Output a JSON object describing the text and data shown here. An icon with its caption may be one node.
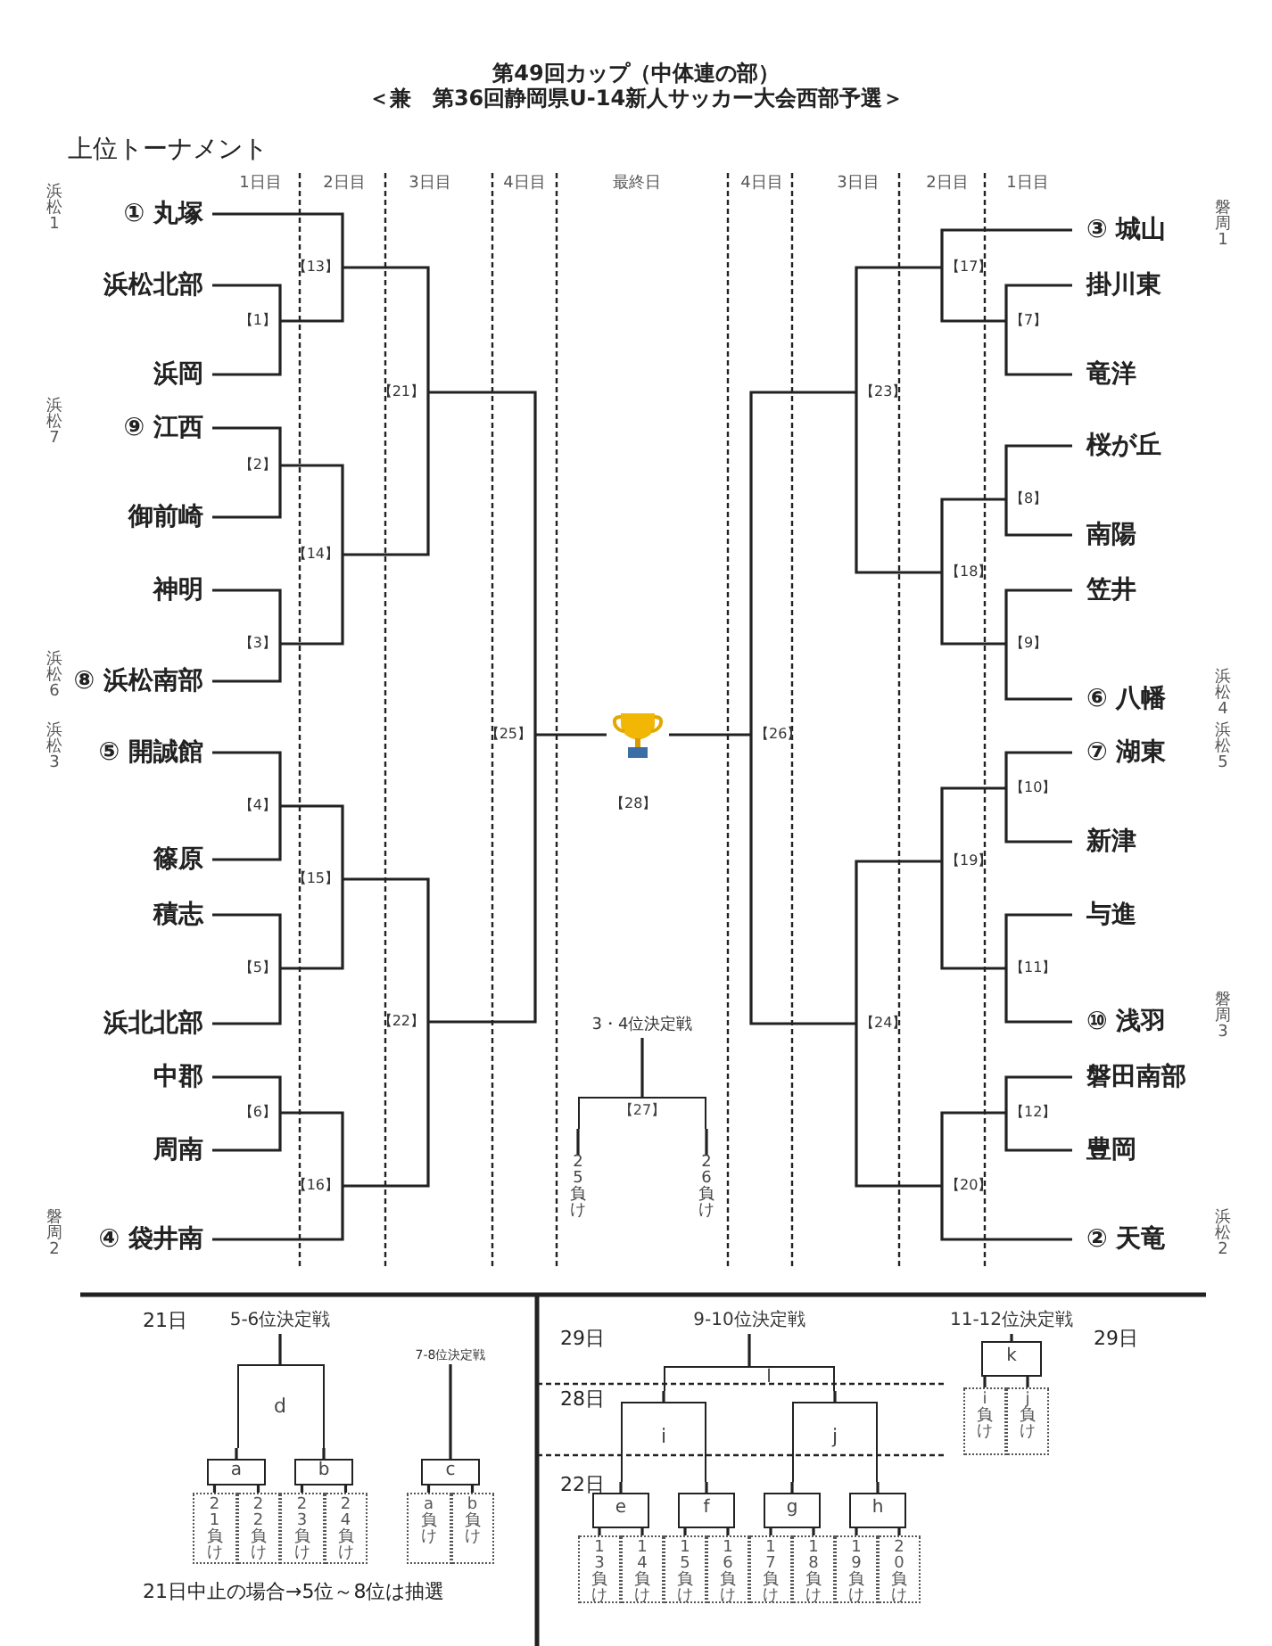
{
  "diagram": {
    "title": "第49回カップ（中体連の部）",
    "nodes": [
      {
        "text": [
          "① 丸塚"
        ],
        "beside": [
          "浜松1"
        ]
      },
      {
        "text": [
          "浜松北部"
        ]
      },
      {
        "text": [
          "浜岡"
        ]
      },
      {
        "text": [
          "⑨ 江西"
        ],
        "beside": [
          "浜松7"
        ]
      },
      {
        "text": [
          "御前崎"
        ]
      },
      {
        "text": [
          "神明"
        ]
      },
      {
        "text": [
          "⑧ 浜松南部"
        ],
        "beside": [
          "浜松6"
        ]
      },
      {
        "text": [
          "⑤ 開誠館"
        ],
        "beside": [
          "浜松3"
        ]
      },
      {
        "text": [
          "篠原"
        ]
      },
      {
        "text": [
          "積志"
        ]
      },
      {
        "text": [
          "浜北北部"
        ]
      },
      {
        "text": [
          "中郡"
        ]
      },
      {
        "text": [
          "周南"
        ]
      },
      {
        "text": [
          "④ 袋井南"
        ],
        "beside": [
          "磐周2"
        ]
      },
      {
        "text": [
          "③ 城山"
        ],
        "beside": [
          "磐周1"
        ]
      },
      {
        "text": [
          "掛川東"
        ]
      },
      {
        "text": [
          "竜洋"
        ]
      },
      {
        "text": [
          "桜が丘"
        ]
      },
      {
        "text": [
          "南陽"
        ]
      },
      {
        "text": [
          "笠井"
        ]
      },
      {
        "text": [
          "⑥ 八幡"
        ],
        "beside": [
          "浜松4"
        ]
      },
      {
        "text": [
          "⑦ 湖東"
        ],
        "beside": [
          "浜松5"
        ]
      },
      {
        "text": [
          "新津"
        ]
      },
      {
        "text": [
          "与進"
        ]
      },
      {
        "text": [
          "⑩ 浅羽"
        ],
        "beside": [
          "磐周3"
        ]
      },
      {
        "text": [
          "磐田南部"
        ]
      },
      {
        "text": [
          "豊岡"
        ]
      },
      {
        "text": [
          "② 天竜"
        ],
        "beside": [
          "浜松2"
        ]
      },
      {
        "text": [
          "【1】"
        ]
      },
      {
        "text": [
          "【2】"
        ]
      },
      {
        "text": [
          "【3】"
        ]
      },
      {
        "text": [
          "【4】"
        ]
      },
      {
        "text": [
          "【5】"
        ]
      },
      {
        "text": [
          "【6】"
        ]
      },
      {
        "text": [
          "【7】"
        ]
      },
      {
        "text": [
          "【8】"
        ]
      },
      {
        "text": [
          "【9】"
        ]
      },
      {
        "text": [
          "【10】"
        ]
      },
      {
        "text": [
          "【11】"
        ]
      },
      {
        "text": [
          "【12】"
        ]
      },
      {
        "text": [
          "【13】"
        ]
      },
      {
        "text": [
          "【14】"
        ]
      },
      {
        "text": [
          "【15】"
        ]
      },
      {
        "text": [
          "【16】"
        ]
      },
      {
        "text": [
          "【17】"
        ]
      },
      {
        "text": [
          "【18】"
        ]
      },
      {
        "text": [
          "【19】"
        ]
      },
      {
        "text": [
          "【20】"
        ]
      },
      {
        "text": [
          "【21】"
        ]
      },
      {
        "text": [
          "【22】"
        ]
      },
      {
        "text": [
          "【23】"
        ]
      },
      {
        "text": [
          "【24】"
        ]
      },
      {
        "text": [
          "【25】"
        ]
      },
      {
        "text": [
          "【26】"
        ]
      },
      {
        "text": [
          "【27】"
        ]
      },
      {
        "text": [],
        "shape": "trophy",
        "beside": [
          "【28】"
        ]
      },
      {
        "text": [
          "3・4位決定戦"
        ]
      },
      {
        "text": [
          "25負け"
        ]
      },
      {
        "text": [
          "26負け"
        ]
      },
      {
        "text": [
          "5-6位決定戦"
        ]
      },
      {
        "text": [
          "d"
        ]
      },
      {
        "text": [
          "a"
        ]
      },
      {
        "text": [
          "b"
        ]
      },
      {
        "text": [
          "21負け"
        ]
      },
      {
        "text": [
          "22負け"
        ]
      },
      {
        "text": [
          "23負け"
        ]
      },
      {
        "text": [
          "24負け"
        ]
      },
      {
        "text": [
          "7-8位決定戦"
        ]
      },
      {
        "text": [
          "c"
        ]
      },
      {
        "text": [
          "a負け"
        ]
      },
      {
        "text": [
          "b負け"
        ]
      },
      {
        "text": [
          "9-10位決定戦"
        ]
      },
      {
        "text": [
          "l"
        ]
      },
      {
        "text": [
          "i"
        ]
      },
      {
        "text": [
          "j"
        ]
      },
      {
        "text": [
          "e"
        ]
      },
      {
        "text": [
          "f"
        ]
      },
      {
        "text": [
          "g"
        ]
      },
      {
        "text": [
          "h"
        ]
      },
      {
        "text": [
          "13負け"
        ]
      },
      {
        "text": [
          "14負け"
        ]
      },
      {
        "text": [
          "15負け"
        ]
      },
      {
        "text": [
          "16負け"
        ]
      },
      {
        "text": [
          "17負け"
        ]
      },
      {
        "text": [
          "18負け"
        ]
      },
      {
        "text": [
          "19負け"
        ]
      },
      {
        "text": [
          "20負け"
        ]
      },
      {
        "text": [
          "11-12位決定戦"
        ]
      },
      {
        "text": [
          "k"
        ]
      },
      {
        "text": [
          "i負け"
        ]
      },
      {
        "text": [
          "j負け"
        ]
      }
    ],
    "edges": [
      {
        "from": 0,
        "to": 40,
        "arrow": "none"
      },
      {
        "from": 1,
        "to": 28,
        "arrow": "none"
      },
      {
        "from": 2,
        "to": 28,
        "arrow": "none"
      },
      {
        "from": 28,
        "to": 40,
        "arrow": "none"
      },
      {
        "from": 3,
        "to": 29,
        "arrow": "none"
      },
      {
        "from": 4,
        "to": 29,
        "arrow": "none"
      },
      {
        "from": 5,
        "to": 30,
        "arrow": "none"
      },
      {
        "from": 6,
        "to": 30,
        "arrow": "none"
      },
      {
        "from": 29,
        "to": 41,
        "arrow": "none"
      },
      {
        "from": 30,
        "to": 41,
        "arrow": "none"
      },
      {
        "from": 40,
        "to": 48,
        "arrow": "none"
      },
      {
        "from": 41,
        "to": 48,
        "arrow": "none"
      },
      {
        "from": 7,
        "to": 31,
        "arrow": "none"
      },
      {
        "from": 8,
        "to": 31,
        "arrow": "none"
      },
      {
        "from": 9,
        "to": 32,
        "arrow": "none"
      },
      {
        "from": 10,
        "to": 32,
        "arrow": "none"
      },
      {
        "from": 31,
        "to": 42,
        "arrow": "none"
      },
      {
        "from": 32,
        "to": 42,
        "arrow": "none"
      },
      {
        "from": 11,
        "to": 33,
        "arrow": "none"
      },
      {
        "from": 12,
        "to": 33,
        "arrow": "none"
      },
      {
        "from": 33,
        "to": 43,
        "arrow": "none"
      },
      {
        "from": 13,
        "to": 43,
        "arrow": "none"
      },
      {
        "from": 42,
        "to": 49,
        "arrow": "none"
      },
      {
        "from": 43,
        "to": 49,
        "arrow": "none"
      },
      {
        "from": 48,
        "to": 52,
        "arrow": "none"
      },
      {
        "from": 49,
        "to": 52,
        "arrow": "none"
      },
      {
        "from": 52,
        "to": 55,
        "arrow": "none"
      },
      {
        "from": 14,
        "to": 44,
        "arrow": "none"
      },
      {
        "from": 15,
        "to": 34,
        "arrow": "none"
      },
      {
        "from": 16,
        "to": 34,
        "arrow": "none"
      },
      {
        "from": 34,
        "to": 44,
        "arrow": "none"
      },
      {
        "from": 17,
        "to": 35,
        "arrow": "none"
      },
      {
        "from": 18,
        "to": 35,
        "arrow": "none"
      },
      {
        "from": 19,
        "to": 36,
        "arrow": "none"
      },
      {
        "from": 20,
        "to": 36,
        "arrow": "none"
      },
      {
        "from": 35,
        "to": 45,
        "arrow": "none"
      },
      {
        "from": 36,
        "to": 45,
        "arrow": "none"
      },
      {
        "from": 44,
        "to": 50,
        "arrow": "none"
      },
      {
        "from": 45,
        "to": 50,
        "arrow": "none"
      },
      {
        "from": 21,
        "to": 37,
        "arrow": "none"
      },
      {
        "from": 22,
        "to": 37,
        "arrow": "none"
      },
      {
        "from": 23,
        "to": 38,
        "arrow": "none"
      },
      {
        "from": 24,
        "to": 38,
        "arrow": "none"
      },
      {
        "from": 37,
        "to": 46,
        "arrow": "none"
      },
      {
        "from": 38,
        "to": 46,
        "arrow": "none"
      },
      {
        "from": 25,
        "to": 39,
        "arrow": "none"
      },
      {
        "from": 26,
        "to": 39,
        "arrow": "none"
      },
      {
        "from": 39,
        "to": 47,
        "arrow": "none"
      },
      {
        "from": 27,
        "to": 47,
        "arrow": "none"
      },
      {
        "from": 46,
        "to": 51,
        "arrow": "none"
      },
      {
        "from": 47,
        "to": 51,
        "arrow": "none"
      },
      {
        "from": 50,
        "to": 53,
        "arrow": "none"
      },
      {
        "from": 51,
        "to": 53,
        "arrow": "none"
      },
      {
        "from": 53,
        "to": 55,
        "arrow": "none"
      },
      {
        "from": 57,
        "to": 54,
        "arrow": "none"
      },
      {
        "from": 58,
        "to": 54,
        "arrow": "none"
      },
      {
        "from": 54,
        "to": 56,
        "arrow": "none"
      },
      {
        "from": 63,
        "to": 61,
        "arrow": "none"
      },
      {
        "from": 64,
        "to": 61,
        "arrow": "none"
      },
      {
        "from": 65,
        "to": 62,
        "arrow": "none"
      },
      {
        "from": 66,
        "to": 62,
        "arrow": "none"
      },
      {
        "from": 61,
        "to": 60,
        "arrow": "none"
      },
      {
        "from": 62,
        "to": 60,
        "arrow": "none"
      },
      {
        "from": 60,
        "to": 59,
        "arrow": "none"
      },
      {
        "from": 69,
        "to": 68,
        "arrow": "none"
      },
      {
        "from": 70,
        "to": 68,
        "arrow": "none"
      },
      {
        "from": 68,
        "to": 67,
        "arrow": "none"
      },
      {
        "from": 79,
        "to": 75,
        "arrow": "none"
      },
      {
        "from": 80,
        "to": 75,
        "arrow": "none"
      },
      {
        "from": 81,
        "to": 76,
        "arrow": "none"
      },
      {
        "from": 82,
        "to": 76,
        "arrow": "none"
      },
      {
        "from": 83,
        "to": 77,
        "arrow": "none"
      },
      {
        "from": 84,
        "to": 77,
        "arrow": "none"
      },
      {
        "from": 85,
        "to": 78,
        "arrow": "none"
      },
      {
        "from": 86,
        "to": 78,
        "arrow": "none"
      },
      {
        "from": 75,
        "to": 73,
        "arrow": "none"
      },
      {
        "from": 76,
        "to": 73,
        "arrow": "none"
      },
      {
        "from": 77,
        "to": 74,
        "arrow": "none"
      },
      {
        "from": 78,
        "to": 74,
        "arrow": "none"
      },
      {
        "from": 73,
        "to": 72,
        "arrow": "none"
      },
      {
        "from": 74,
        "to": 72,
        "arrow": "none"
      },
      {
        "from": 72,
        "to": 71,
        "arrow": "none"
      },
      {
        "from": 89,
        "to": 88,
        "arrow": "none"
      },
      {
        "from": 90,
        "to": 88,
        "arrow": "none"
      },
      {
        "from": 88,
        "to": 87,
        "arrow": "none"
      }
    ],
    "labels": [
      "＜兼　第36回静岡県U-14新人サッカー大会西部予選＞",
      "上位トーナメント",
      "1日目",
      "2日目",
      "3日目",
      "4日目",
      "最終日",
      "4日目",
      "3日目",
      "2日目",
      "1日目",
      "21日",
      "29日",
      "29日",
      "28日",
      "22日",
      "21日中止の場合→5位～8位は抽選"
    ]
  }
}
